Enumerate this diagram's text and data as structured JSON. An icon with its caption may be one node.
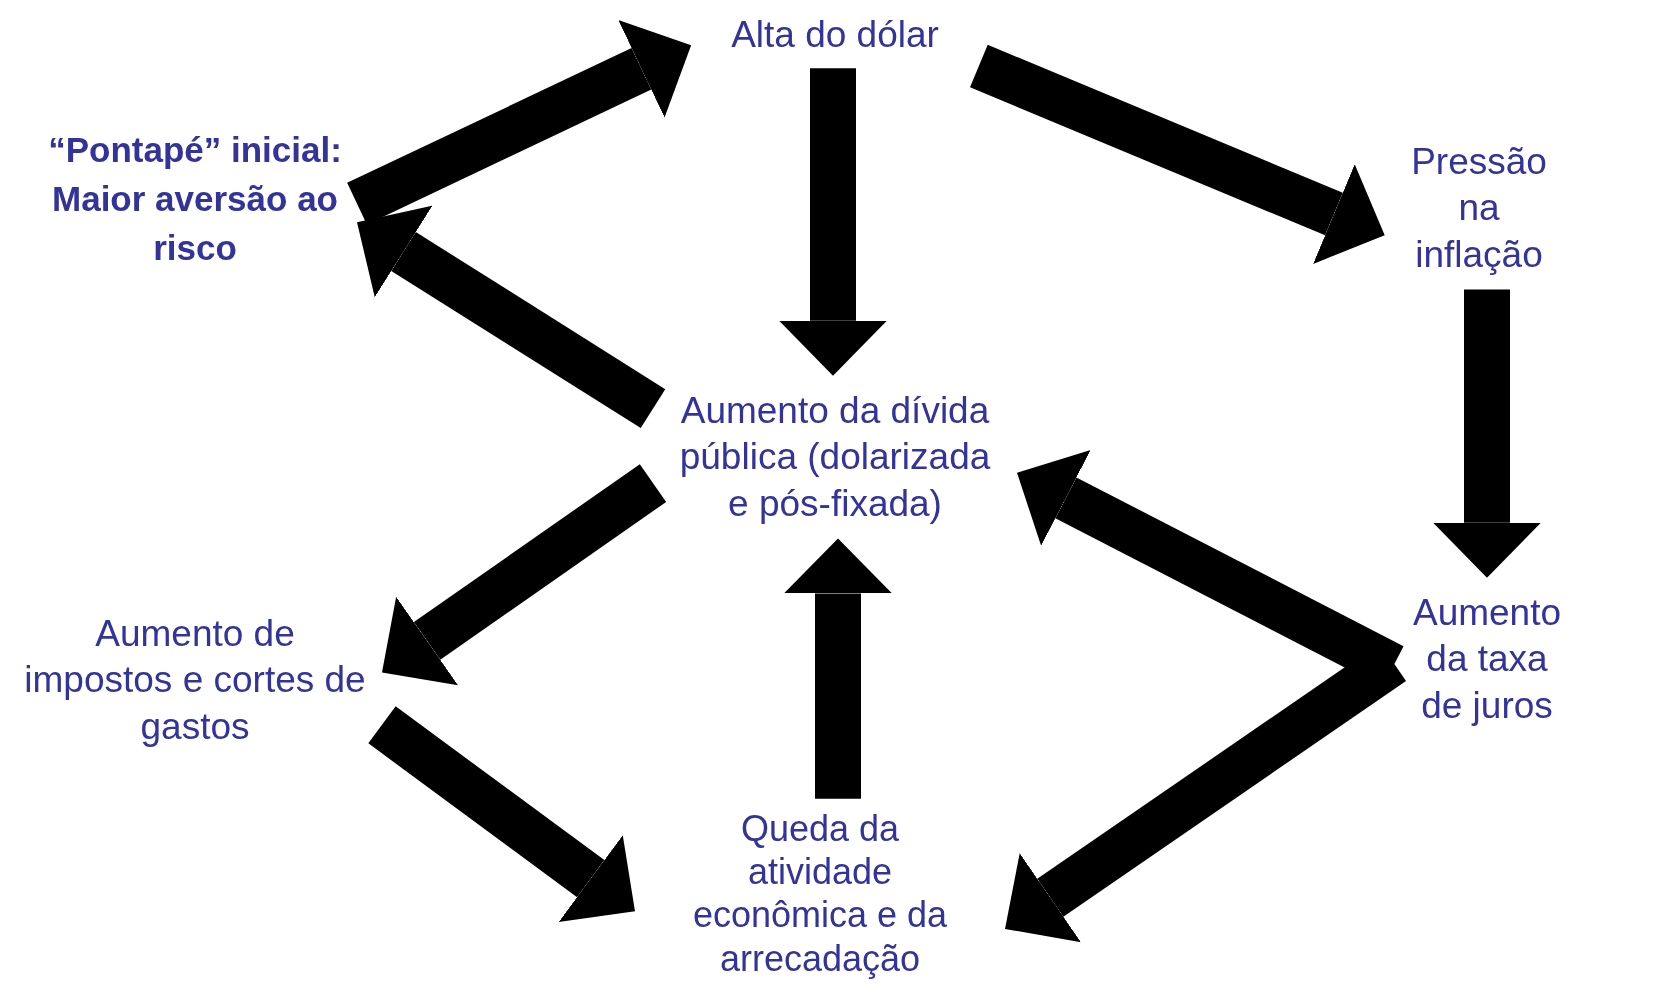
{
  "diagram": {
    "nodes": [
      {
        "text": [
          "“Pontapé” inicial:",
          "Maior aversão ao risco"
        ]
      },
      {
        "text": [
          "Alta do dólar"
        ]
      },
      {
        "text": [
          "Pressão na inflação"
        ]
      },
      {
        "text": [
          "Aumento da dívida pública (dolarizada e pós-fixada)"
        ]
      },
      {
        "text": [
          "Aumento da taxa de juros"
        ]
      },
      {
        "text": [
          "Aumento de impostos e cortes de gastos"
        ]
      },
      {
        "text": [
          "Queda da atividade econômica e da arrecadação"
        ]
      }
    ],
    "edges": [
      {
        "from": 0,
        "to": 1,
        "arrow": "to"
      },
      {
        "from": 1,
        "to": 2,
        "arrow": "to"
      },
      {
        "from": 1,
        "to": 3,
        "arrow": "to"
      },
      {
        "from": 3,
        "to": 0,
        "arrow": "to"
      },
      {
        "from": 2,
        "to": 4,
        "arrow": "to"
      },
      {
        "from": 4,
        "to": 3,
        "arrow": "to"
      },
      {
        "from": 3,
        "to": 5,
        "arrow": "to"
      },
      {
        "from": 4,
        "to": 6,
        "arrow": "to"
      },
      {
        "from": 5,
        "to": 6,
        "arrow": "to"
      },
      {
        "from": 6,
        "to": 3,
        "arrow": "to"
      }
    ]
  }
}
